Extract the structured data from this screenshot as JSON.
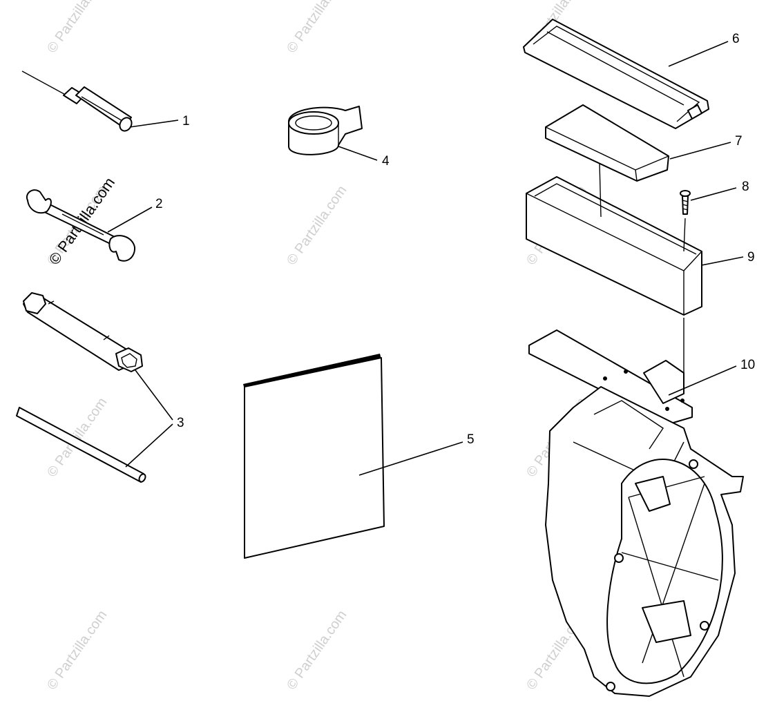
{
  "diagram": {
    "watermark_text": "© Partzilla.com",
    "callouts": [
      {
        "id": "1",
        "label": "1"
      },
      {
        "id": "2",
        "label": "2"
      },
      {
        "id": "3",
        "label": "3"
      },
      {
        "id": "4",
        "label": "4"
      },
      {
        "id": "5",
        "label": "5"
      },
      {
        "id": "6",
        "label": "6"
      },
      {
        "id": "7",
        "label": "7"
      },
      {
        "id": "8",
        "label": "8"
      },
      {
        "id": "9",
        "label": "9"
      },
      {
        "id": "10",
        "label": "10"
      }
    ]
  }
}
